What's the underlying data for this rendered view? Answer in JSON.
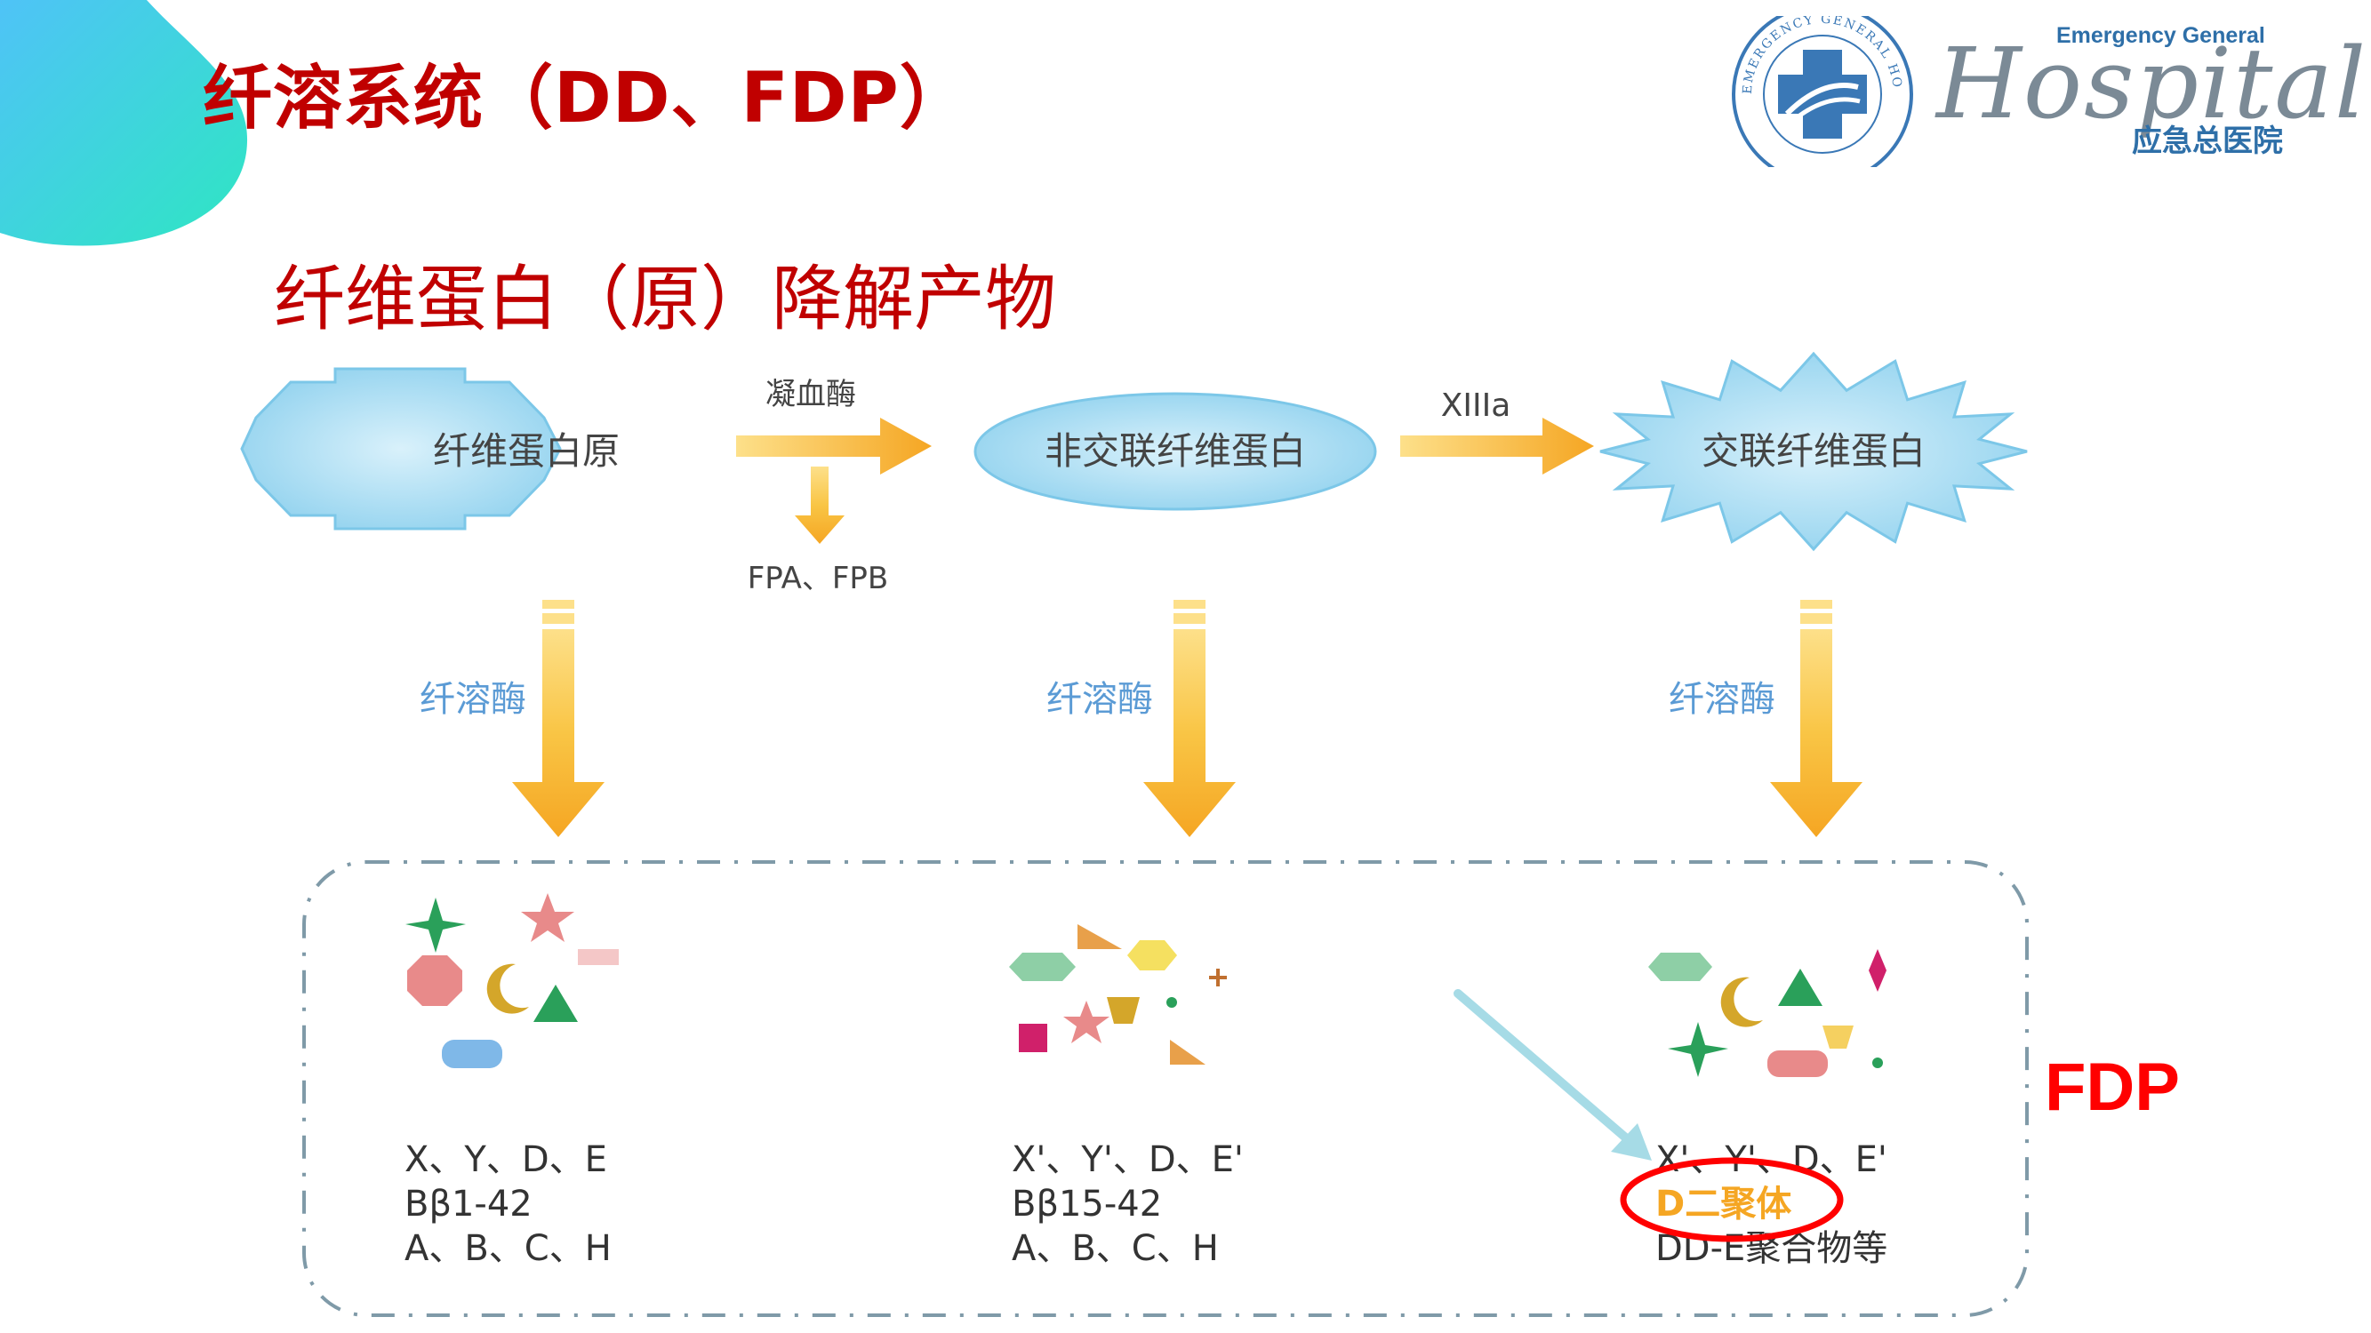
{
  "slide": {
    "title": "纤溶系统（DD、FDP）",
    "subtitle": "纤维蛋白（原）降解产物"
  },
  "logo": {
    "seal_text": "EMERGENCY GENERAL HOSPITAL",
    "english": "Emergency General",
    "script": "Hospital",
    "chinese": "应急总医院"
  },
  "diagram": {
    "nodes": {
      "fibrinogen": "纤维蛋白原",
      "noncrosslinked_fibrin": "非交联纤维蛋白",
      "crosslinked_fibrin": "交联纤维蛋白"
    },
    "edges": {
      "thrombin": "凝血酶",
      "fpa_fpb": "FPA、FPB",
      "factor_xiiia": "XIIIa",
      "plasmin": "纤溶酶"
    },
    "products": {
      "fibrinogen": [
        "X、Y、D、E",
        "Bβ1-42",
        "A、B、C、H"
      ],
      "noncrosslinked": [
        "X'、Y'、D、E'",
        "Bβ15-42",
        "A、B、C、H"
      ],
      "crosslinked": [
        "X'、Y'、D、E'",
        "D二聚体",
        "DD-E聚合物等"
      ]
    },
    "fdp_label": "FDP"
  },
  "colors": {
    "title_red": "#c00000",
    "arrow_orange": "#f5a623",
    "arrow_yellow": "#fde08a",
    "node_blue": "#9fd8f2",
    "plasmin_blue": "#5b9bd5",
    "highlight_red": "#ff0000",
    "dim_text": "#444444",
    "hint_cyan": "#a6dbe6"
  }
}
